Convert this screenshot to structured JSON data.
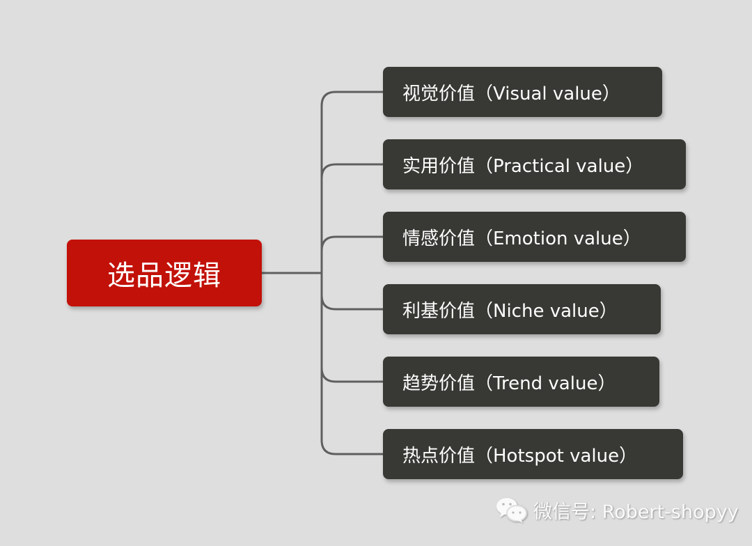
{
  "colors": {
    "background": "#dedede",
    "root": "#c21108",
    "node": "#383834",
    "connector": "#5f5f5f",
    "text": "#ffffff"
  },
  "root": {
    "label": "选品逻辑"
  },
  "branches": [
    {
      "label": "视觉价值（Visual value）"
    },
    {
      "label": "实用价值（Practical value）"
    },
    {
      "label": "情感价值（Emotion value）"
    },
    {
      "label": "利基价值（Niche value）"
    },
    {
      "label": "趋势价值（Trend value）"
    },
    {
      "label": "热点价值（Hotspot value）"
    }
  ],
  "watermark": {
    "icon": "wechat-icon",
    "text": "微信号: Robert-shopyy"
  }
}
